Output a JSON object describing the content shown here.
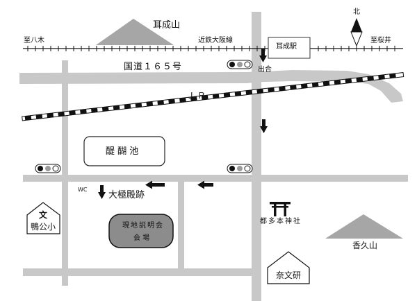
{
  "colors": {
    "road": "#c8c8c8",
    "mountain": "#a6a6a6",
    "pond_fill": "#ffffff",
    "venue_fill": "#8c8c8c",
    "arrow": "#111111",
    "rail": "#111111"
  },
  "labels": {
    "mt_miminashi": "耳成山",
    "to_yagi": "至八木",
    "kintetsu": "近鉄大阪線",
    "miminashi_station": "耳成駅",
    "to_sakurai": "至桜井",
    "north": "北",
    "route165": "国道１６５号",
    "deai": "出合",
    "jr": "Ｊ Ｒ",
    "daigo_pond": "醍 醐 池",
    "wc": "WC",
    "daigokuden": "大極殿跡",
    "school": "鴨公小",
    "school_mark": "文",
    "venue_line1": "現地説明会",
    "venue_line2": "会 場",
    "shrine": "都多本神社",
    "mt_kagu": "香久山",
    "nabunken": "奈文研"
  },
  "icons": {
    "traffic_light": "traffic-light-icon",
    "arrow": "arrow-icon",
    "torii": "torii-icon",
    "school": "school-icon",
    "north": "north-compass-icon"
  }
}
